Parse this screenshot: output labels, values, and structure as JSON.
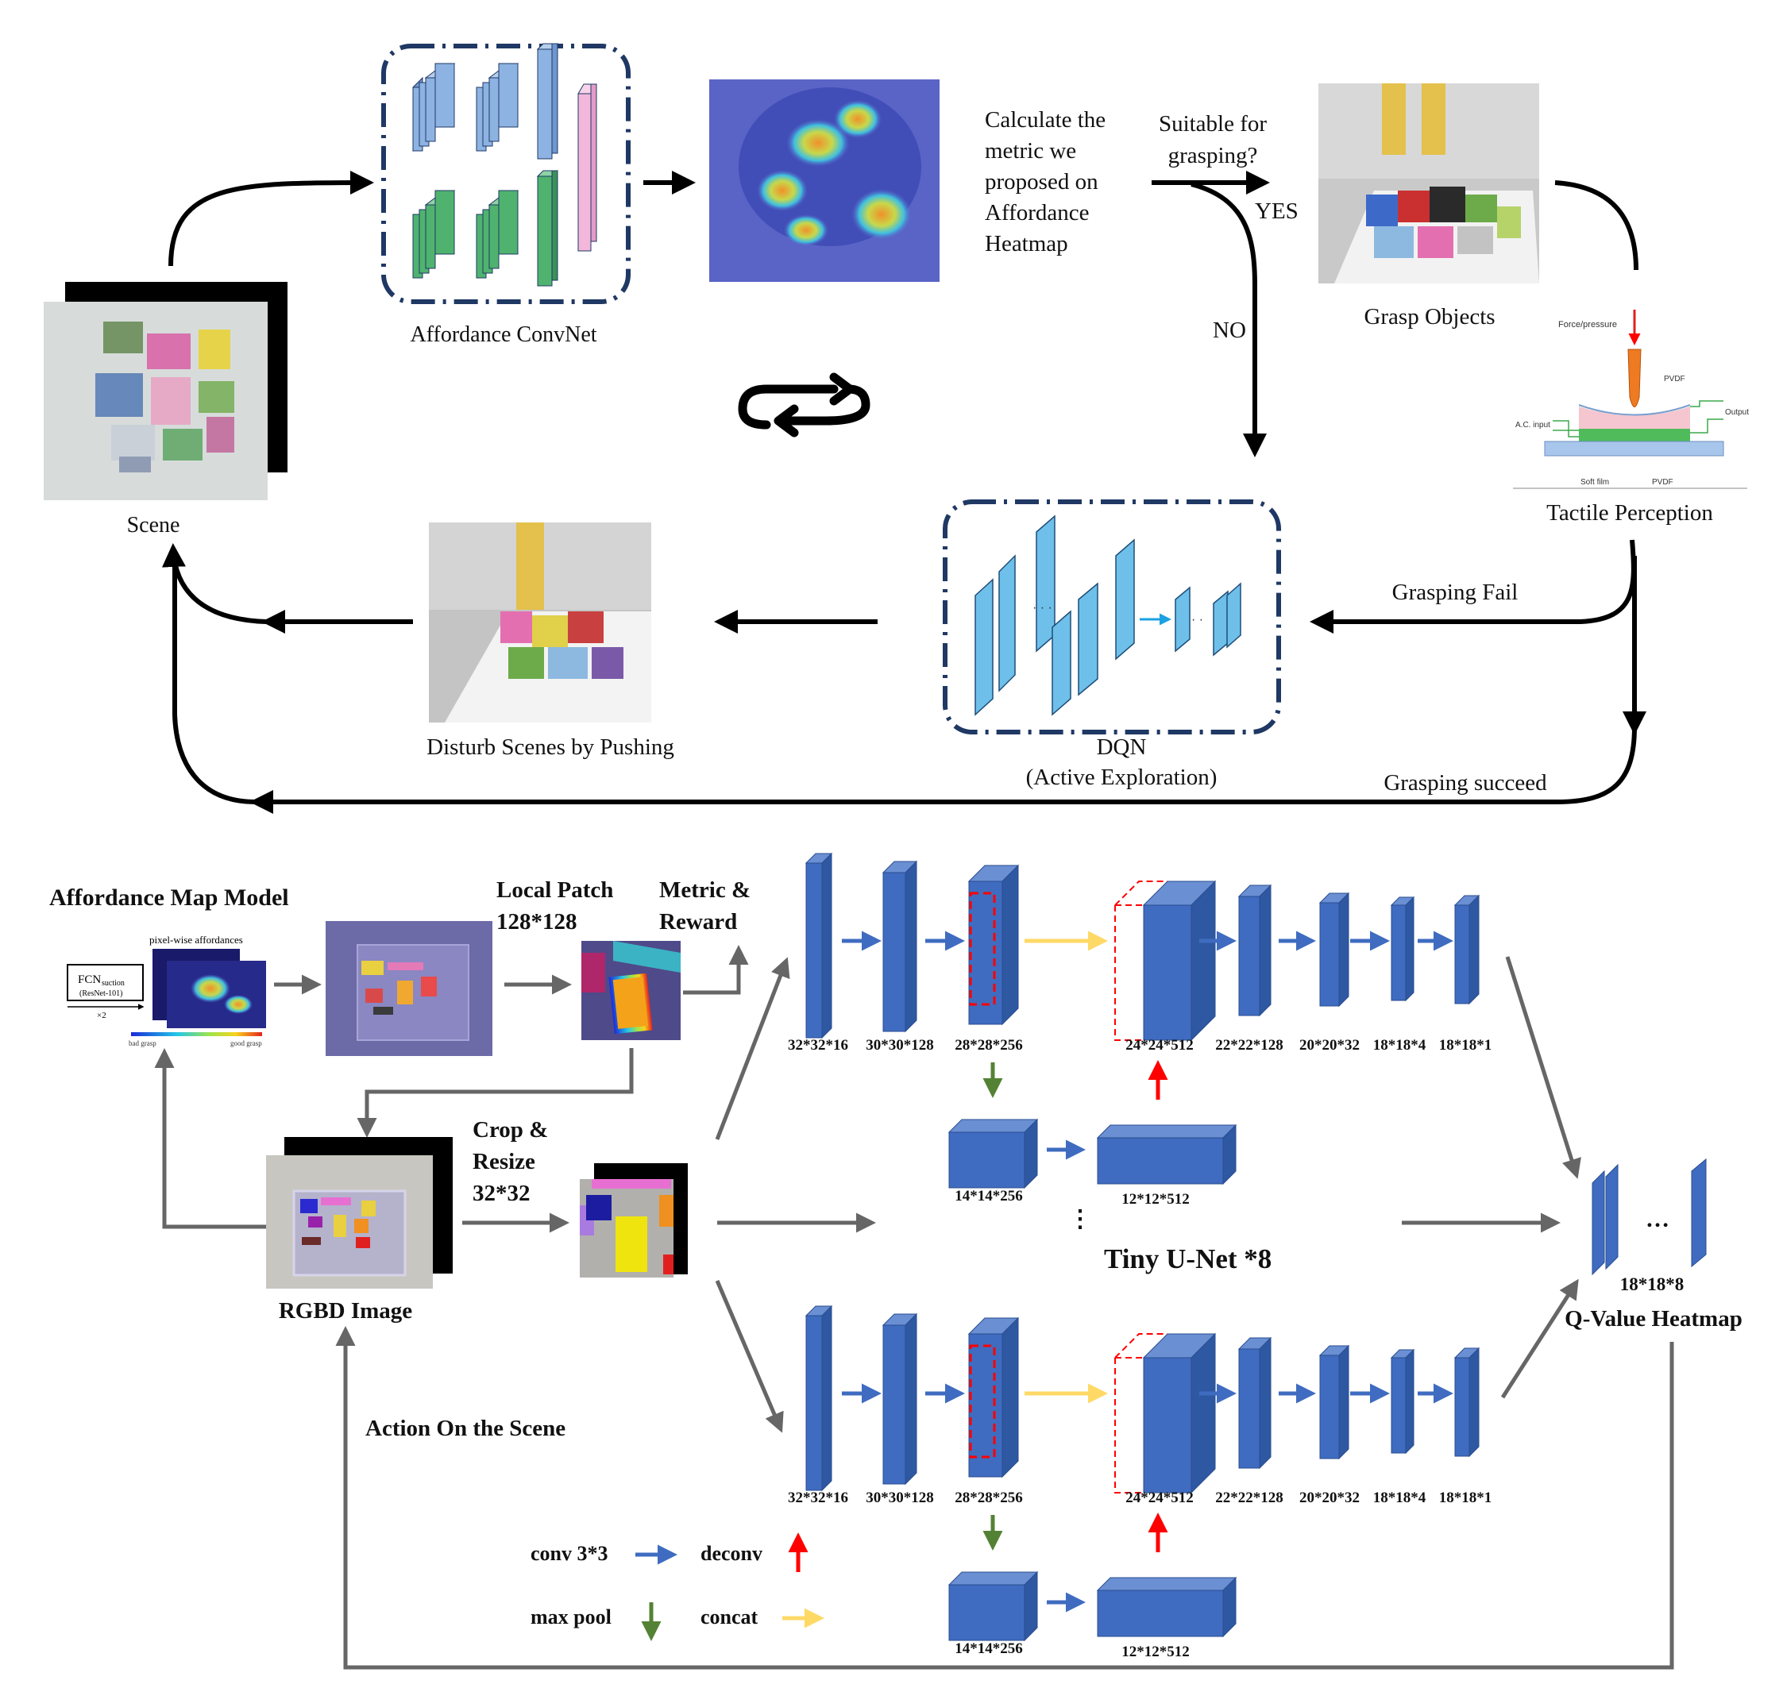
{
  "top": {
    "scene_label": "Scene",
    "affordance_convnet_label": "Affordance ConvNet",
    "calc_metric_lines": [
      "Calculate the",
      "metric we",
      "proposed on",
      "Affordance",
      "Heatmap"
    ],
    "suitable_lines": [
      "Suitable for",
      "grasping?"
    ],
    "yes_label": "YES",
    "no_label": "NO",
    "grasp_objects_label": "Grasp Objects",
    "tactile_label": "Tactile Perception",
    "tactile_inner": {
      "force": "Force/pressure",
      "pvdf_top": "PVDF",
      "output": "Output",
      "ac_input": "A.C. input",
      "soft_film": "Soft film",
      "pvdf_bottom": "PVDF"
    },
    "grasping_fail_label": "Grasping Fail",
    "grasping_succeed_label": "Grasping succeed",
    "dqn_label": "DQN",
    "dqn_sub_label": "(Active Exploration)",
    "disturb_label": "Disturb Scenes by Pushing"
  },
  "bottom": {
    "affordance_model_label": "Affordance Map Model",
    "fcn_label": "FCN",
    "fcn_sub": "suction",
    "fcn_sub2": "(ResNet-101)",
    "fcn_x2": "×2",
    "pixel_wise_label": "pixel-wise affordances",
    "bad_grasp": "bad grasp",
    "good_grasp": "good grasp",
    "local_patch_lines": [
      "Local Patch",
      "128*128"
    ],
    "metric_reward_lines": [
      "Metric &",
      "Reward"
    ],
    "crop_resize_lines": [
      "Crop &",
      "Resize",
      "32*32"
    ],
    "rgbd_label": "RGBD Image",
    "action_label": "Action On the Scene",
    "tiny_unet_label": "Tiny U-Net *8",
    "qvalue_label": "Q-Value Heatmap",
    "qvalue_dim": "18*18*8",
    "qvalue_dots": "…",
    "unet_dims": [
      "32*32*16",
      "30*30*128",
      "28*28*256",
      "24*24*512",
      "22*22*128",
      "20*20*32",
      "18*18*4",
      "18*18*1"
    ],
    "unet_pool_dims": [
      "14*14*256",
      "12*12*512"
    ],
    "legend": {
      "conv": "conv 3*3",
      "deconv": "deconv",
      "maxpool": "max pool",
      "concat": "concat"
    }
  },
  "colors": {
    "arrow_black": "#000000",
    "arrow_gray": "#666666",
    "block_blue": "#3f6cc0",
    "convnet_blue": "#8db3e2",
    "convnet_green": "#4fb36f",
    "convnet_pink": "#f3b7dc",
    "dqn_block": "#6ec0ea",
    "frame_navy": "#1f3864",
    "concat_yellow": "#ffd966",
    "deconv_red": "#ff0000",
    "pool_green": "#548235"
  }
}
